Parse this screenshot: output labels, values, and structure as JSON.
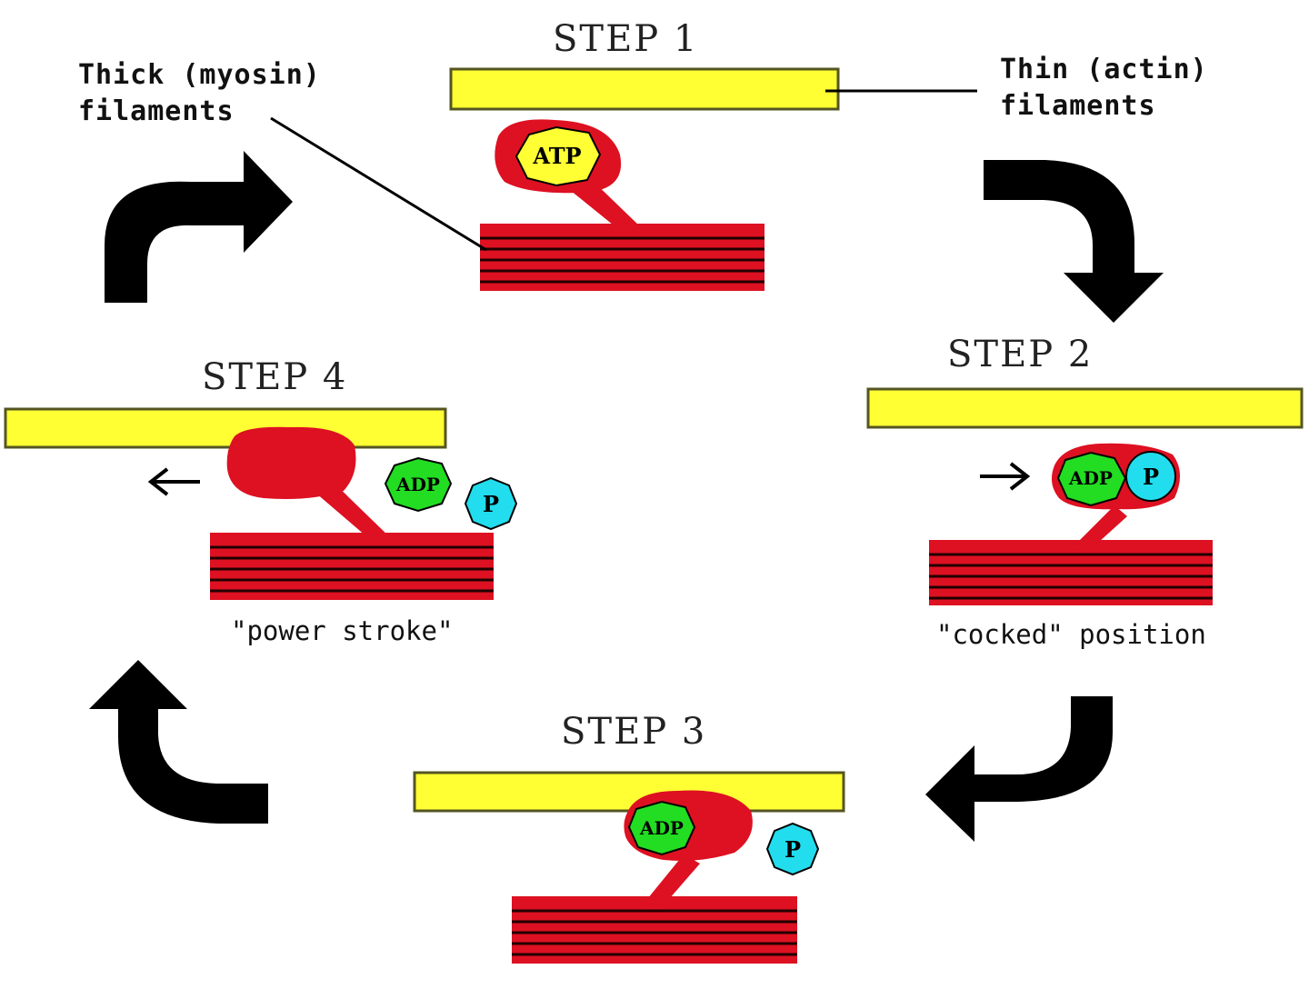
{
  "labels": {
    "thick": [
      "Thick (myosin)",
      "filaments"
    ],
    "thin": [
      "Thin (actin)",
      "filaments"
    ]
  },
  "steps": [
    {
      "title": "STEP 1",
      "molecules": [
        "ATP"
      ]
    },
    {
      "title": "STEP 2",
      "molecules": [
        "ADP",
        "P"
      ],
      "caption": "\"cocked\" position"
    },
    {
      "title": "STEP 3",
      "molecules": [
        "ADP",
        "P"
      ]
    },
    {
      "title": "STEP 4",
      "molecules": [
        "ADP",
        "P"
      ],
      "caption": "\"power stroke\""
    }
  ],
  "colors": {
    "actin": "#ffff33",
    "actin_edge": "#555522",
    "myosin": "#dd1122",
    "myosin_stripe": "#220000",
    "atp": "#ffff33",
    "adp": "#22dd22",
    "phosphate": "#22ddee",
    "arrow": "#000000"
  }
}
